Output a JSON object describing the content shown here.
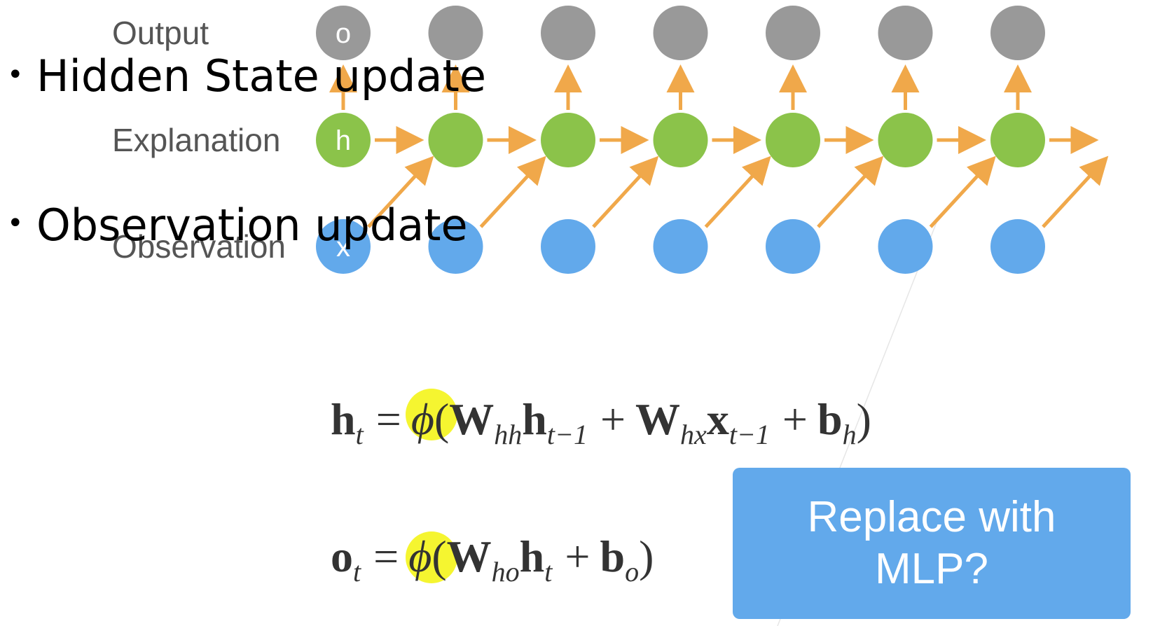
{
  "diagram": {
    "row_labels": {
      "output": "Output",
      "explanation": "Explanation",
      "observation": "Observation"
    },
    "node_labels": {
      "output": "o",
      "hidden": "h",
      "observation": "x"
    },
    "timesteps": 7,
    "colors": {
      "output_node": "#999999",
      "hidden_node": "#8bc34a",
      "observation_node": "#62a9eb",
      "arrow": "#f0a84a",
      "highlight": "#f5f530",
      "callout_bg": "#62a9eb"
    }
  },
  "bullets": [
    {
      "text": "Hidden State update"
    },
    {
      "text": "Observation update"
    }
  ],
  "equations": {
    "hidden": {
      "lhs": "h",
      "lhs_sub": "t",
      "equals": "=",
      "phi": "ϕ",
      "open_paren": "(",
      "w1": "W",
      "w1_sub": "hh",
      "h_prev": "h",
      "h_prev_sub": "t−1",
      "plus1": "+",
      "w2": "W",
      "w2_sub": "hx",
      "x_prev": "x",
      "x_prev_sub": "t−1",
      "plus2": "+",
      "bias": "b",
      "bias_sub": "h",
      "close_paren": ")"
    },
    "output": {
      "lhs": "o",
      "lhs_sub": "t",
      "equals": "=",
      "phi": "ϕ",
      "open_paren": "(",
      "w1": "W",
      "w1_sub": "ho",
      "h": "h",
      "h_sub": "t",
      "plus": "+",
      "bias": "b",
      "bias_sub": "o",
      "close_paren": ")"
    }
  },
  "callout": {
    "text": "Replace with MLP?"
  }
}
